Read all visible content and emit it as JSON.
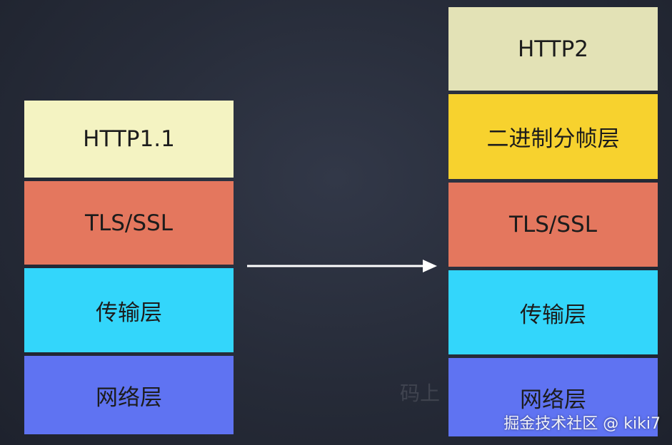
{
  "colors": {
    "http": "#f4f3c2",
    "http2": "#e3e2b6",
    "framing": "#f7d22e",
    "tls": "#e4775e",
    "transport": "#33d6fb",
    "network": "#5f73f2"
  },
  "left_stack": {
    "layers": [
      {
        "label": "HTTP1.1"
      },
      {
        "label": "TLS/SSL"
      },
      {
        "label": "传输层"
      },
      {
        "label": "网络层"
      }
    ]
  },
  "right_stack": {
    "layers": [
      {
        "label": "HTTP2"
      },
      {
        "label": "二进制分帧层"
      },
      {
        "label": "TLS/SSL"
      },
      {
        "label": "传输层"
      },
      {
        "label": "网络层"
      }
    ]
  },
  "watermark": {
    "faint": "码上",
    "text": "掘金技术社区 @ kiki7"
  }
}
